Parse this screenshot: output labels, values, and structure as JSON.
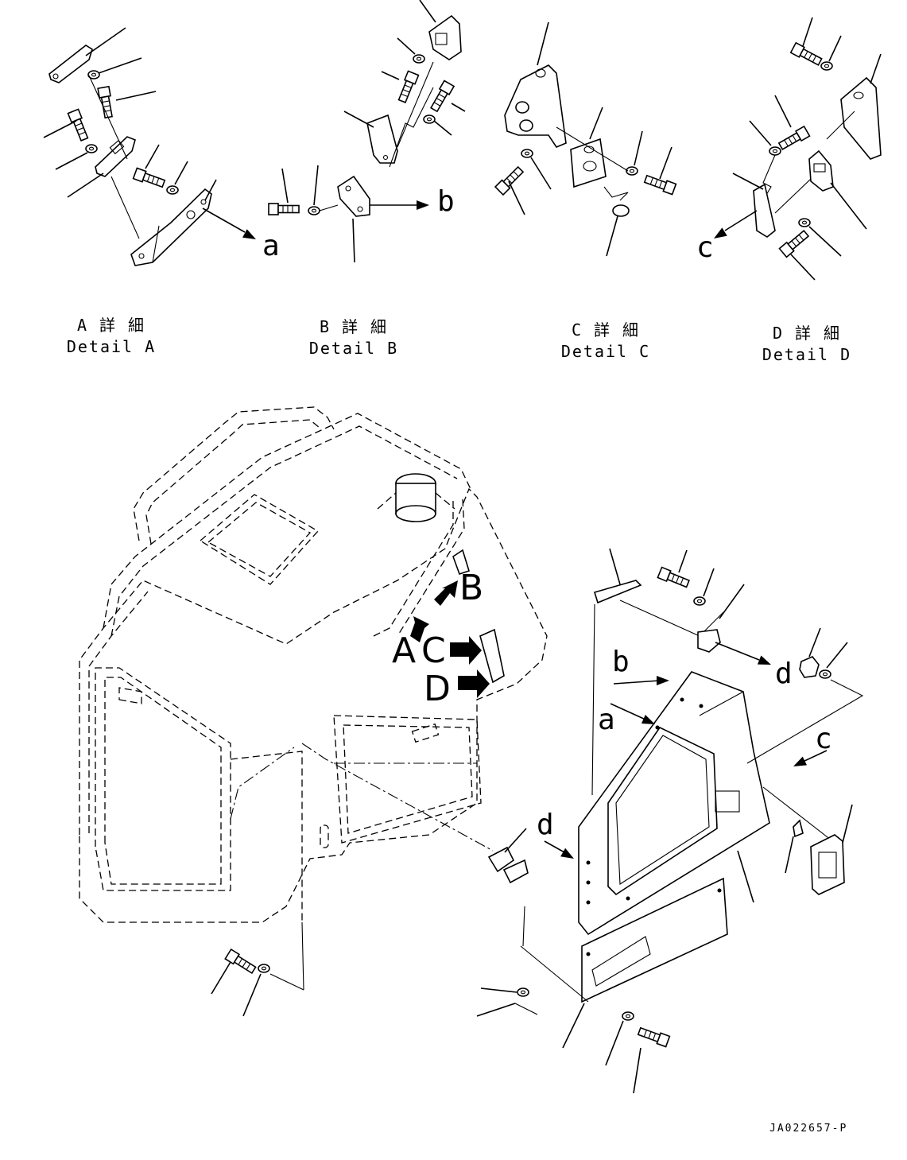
{
  "details": [
    {
      "jp": "A 詳 細",
      "en": "Detail A"
    },
    {
      "jp": "B 詳 細",
      "en": "Detail B"
    },
    {
      "jp": "C 詳 細",
      "en": "Detail C"
    },
    {
      "jp": "D 詳 細",
      "en": "Detail D"
    }
  ],
  "view_labels": {
    "A": "A",
    "B": "B",
    "C": "C",
    "D": "D"
  },
  "connector_labels": {
    "detail_a": "a",
    "detail_b": "b",
    "detail_c": "c",
    "main_b": "b",
    "main_a": "a",
    "main_d_top": "d",
    "main_c": "c",
    "main_d": "d"
  },
  "drawing_code": "JA022657-P"
}
